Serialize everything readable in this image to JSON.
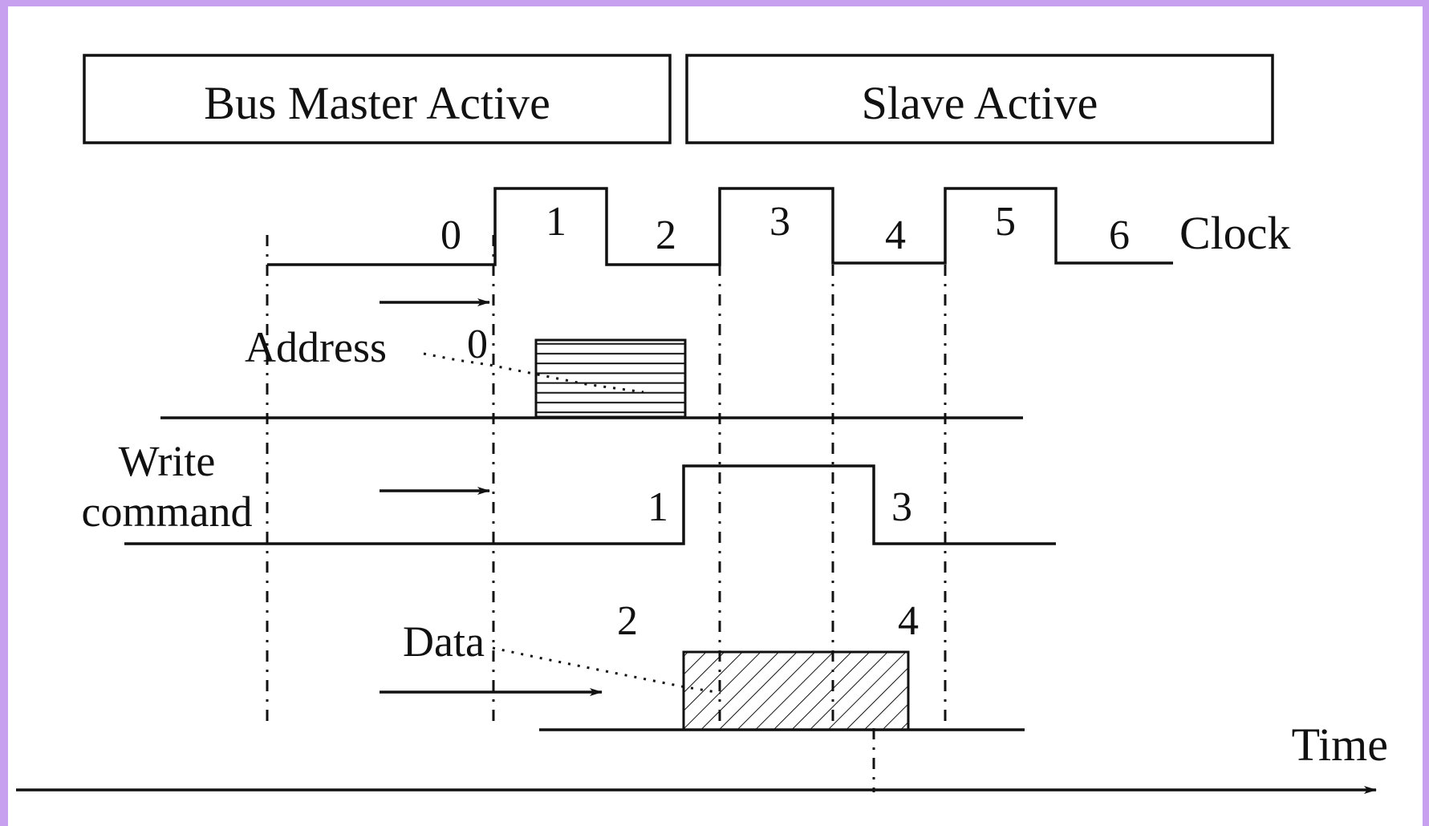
{
  "header": {
    "master_label": "Bus Master Active",
    "slave_label": "Slave Active"
  },
  "clock": {
    "label": "Clock",
    "cycles": [
      "0",
      "1",
      "2",
      "3",
      "4",
      "5",
      "6"
    ]
  },
  "address": {
    "label": "Address",
    "event": "0"
  },
  "write": {
    "label_line1": "Write",
    "label_line2": "command",
    "event_start": "1",
    "event_end": "3"
  },
  "data": {
    "label": "Data",
    "event_start": "2",
    "event_end": "4"
  },
  "time_axis": {
    "label": "Time"
  }
}
